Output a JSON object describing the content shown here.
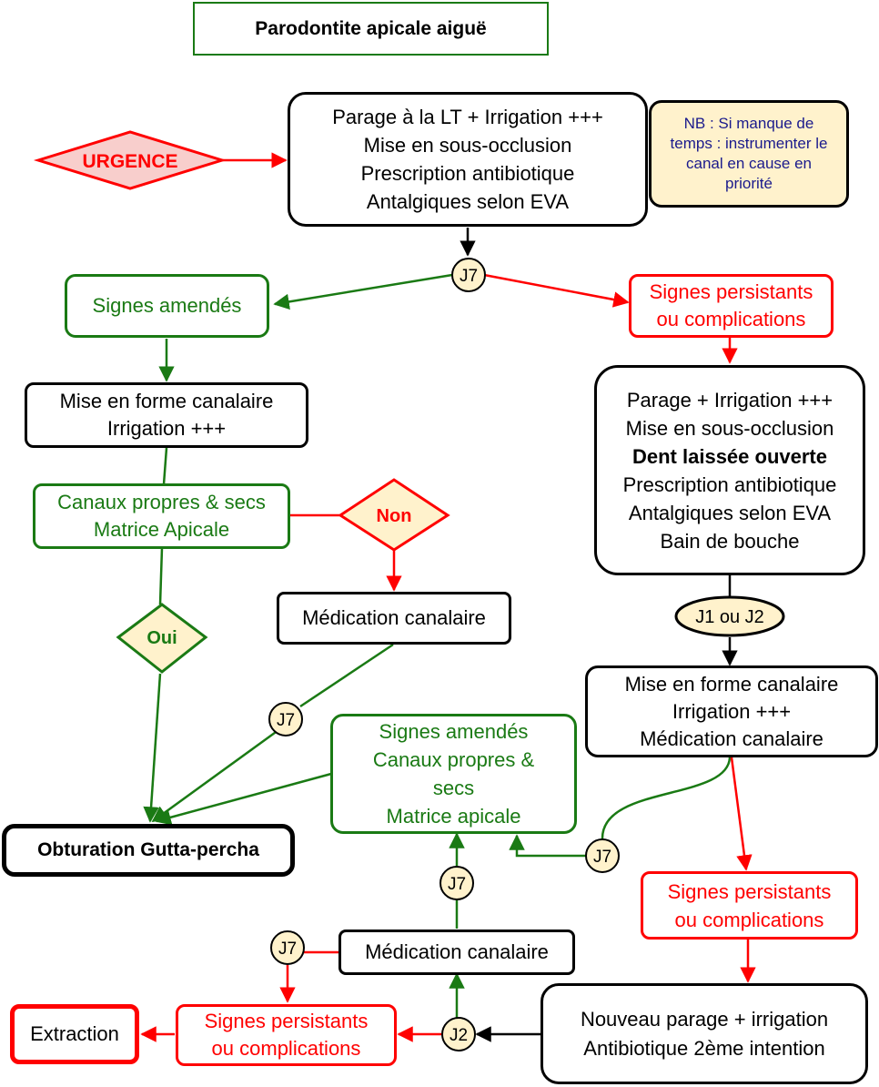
{
  "title": "Parodontite apicale aiguë",
  "colors": {
    "green": "#1a7a14",
    "red": "#ff0000",
    "black": "#000000",
    "cream": "#fff2cc",
    "pink": "#f8cecc",
    "navy": "#1a1a8c"
  },
  "urgence": {
    "label": "URGENCE"
  },
  "first_treatment": {
    "lines": [
      "Parage à la LT + Irrigation +++",
      "Mise en sous-occlusion",
      "Prescription antibiotique",
      "Antalgiques selon EVA"
    ]
  },
  "note": {
    "lines": [
      "NB : Si manque de",
      "temps : instrumenter le",
      "canal en cause en",
      "priorité"
    ]
  },
  "badges": {
    "j7_top": "J7",
    "j7_left": "J7",
    "j7_mid": "J7",
    "j7_right": "J7",
    "j7_bottom": "J7",
    "j1_j2": "J1 ou J2",
    "j2": "J2"
  },
  "left": {
    "signes_amendes": "Signes amendés",
    "shaping": {
      "lines": [
        "Mise en forme canalaire",
        "Irrigation +++"
      ]
    },
    "canaux": {
      "lines": [
        "Canaux propres & secs",
        "Matrice Apicale"
      ]
    },
    "non": "Non",
    "oui": "Oui",
    "medication": "Médication canalaire",
    "obturation": "Obturation Gutta-percha"
  },
  "right": {
    "persist_top": {
      "lines": [
        "Signes persistants",
        "ou complications"
      ]
    },
    "second_treatment": {
      "lines": [
        "Parage + Irrigation +++",
        "Mise en sous-occlusion",
        "Dent laissée ouverte",
        "Prescription antibiotique",
        "Antalgiques selon EVA",
        "Bain de bouche"
      ]
    },
    "shaping2": {
      "lines": [
        "Mise en forme canalaire",
        "Irrigation +++",
        "Médication canalaire"
      ]
    },
    "persist_mid": {
      "lines": [
        "Signes persistants",
        "ou complications"
      ]
    },
    "nouveau": {
      "lines": [
        "Nouveau parage + irrigation",
        "Antibiotique 2ème intention"
      ]
    }
  },
  "center": {
    "amendes2": {
      "lines": [
        "Signes amendés",
        "Canaux propres &",
        "secs",
        "Matrice apicale"
      ]
    },
    "medication2": "Médication canalaire",
    "persist_bottom": {
      "lines": [
        "Signes persistants",
        "ou complications"
      ]
    },
    "extraction": "Extraction"
  }
}
